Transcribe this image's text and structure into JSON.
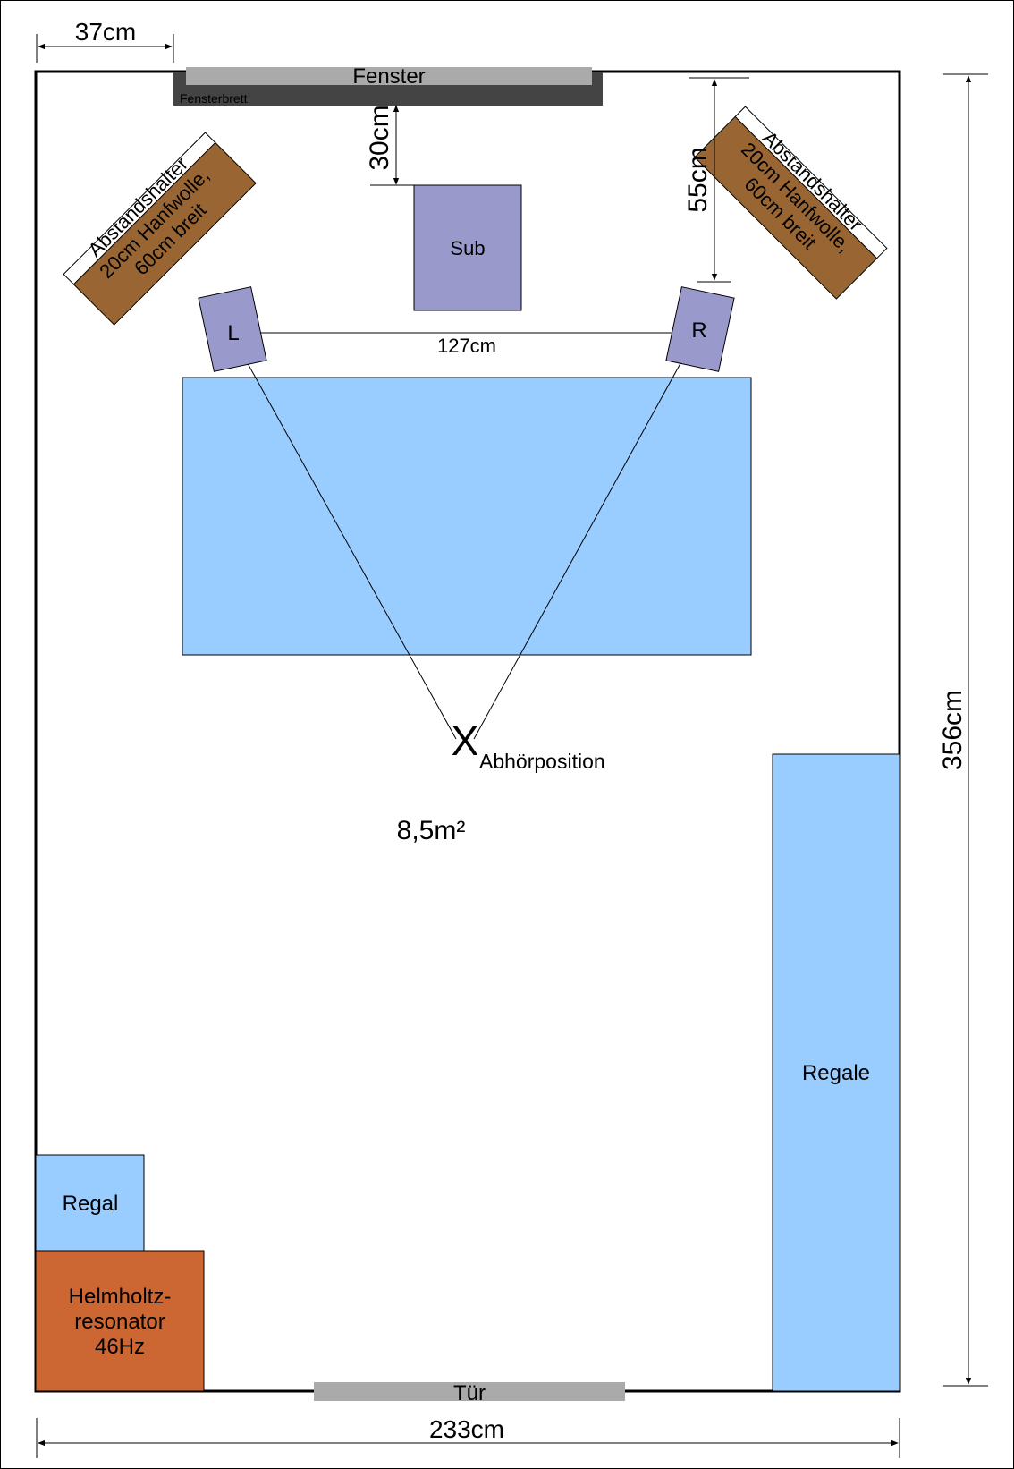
{
  "labels": {
    "width_37": "37cm",
    "window": "Fenster",
    "sill": "Fensterbrett",
    "dist_30": "30cm",
    "dist_55": "55cm",
    "sub": "Sub",
    "left_speaker": "L",
    "right_speaker": "R",
    "speaker_distance": "127cm",
    "listening_mark": "X",
    "listening_position": "Abhörposition",
    "room_area": "8,5m²",
    "shelves": "Regale",
    "shelf": "Regal",
    "helmholtz_line1": "Helmholtz-",
    "helmholtz_line2": "resonator",
    "helmholtz_line3": "46Hz",
    "door": "Tür",
    "room_width": "233cm",
    "room_height": "356cm"
  },
  "absorber_left": {
    "line1": "Abstandshalter",
    "line2": "20cm Hanfwolle,",
    "line3": "60cm breit"
  },
  "absorber_right": {
    "line1": "Abstandshalter",
    "line2": "20cm Hanfwolle,",
    "line3": "60cm breit"
  },
  "colors": {
    "speaker": "#9999cc",
    "desk": "#99ccff",
    "absorber": "#996633",
    "helmholtz": "#cc6633",
    "window": "#aaaaaa",
    "sill": "#444444",
    "door": "#aaaaaa"
  }
}
